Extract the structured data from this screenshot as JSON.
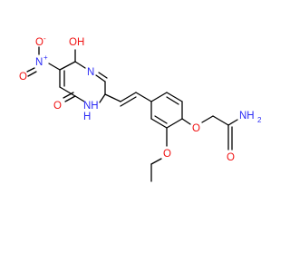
{
  "molecule": {
    "atom_labels": {
      "oh_top": "OH",
      "n_top": "N",
      "nh": "NH",
      "nh_h": "H",
      "o_keto": "O",
      "n_nitro": "N",
      "n_nitro_charge": "+",
      "o_nitro_top": "O",
      "o_nitro_top_charge": "-",
      "o_nitro_bottom": "O",
      "o_ether": "O",
      "o_ethoxy": "O",
      "o_amide": "O",
      "nh2": "NH",
      "nh2_sub": "2"
    },
    "colors": {
      "bond": "#000000",
      "carbon": "#000000",
      "nitrogen": "#2a2af5",
      "oxygen": "#f01010"
    }
  }
}
